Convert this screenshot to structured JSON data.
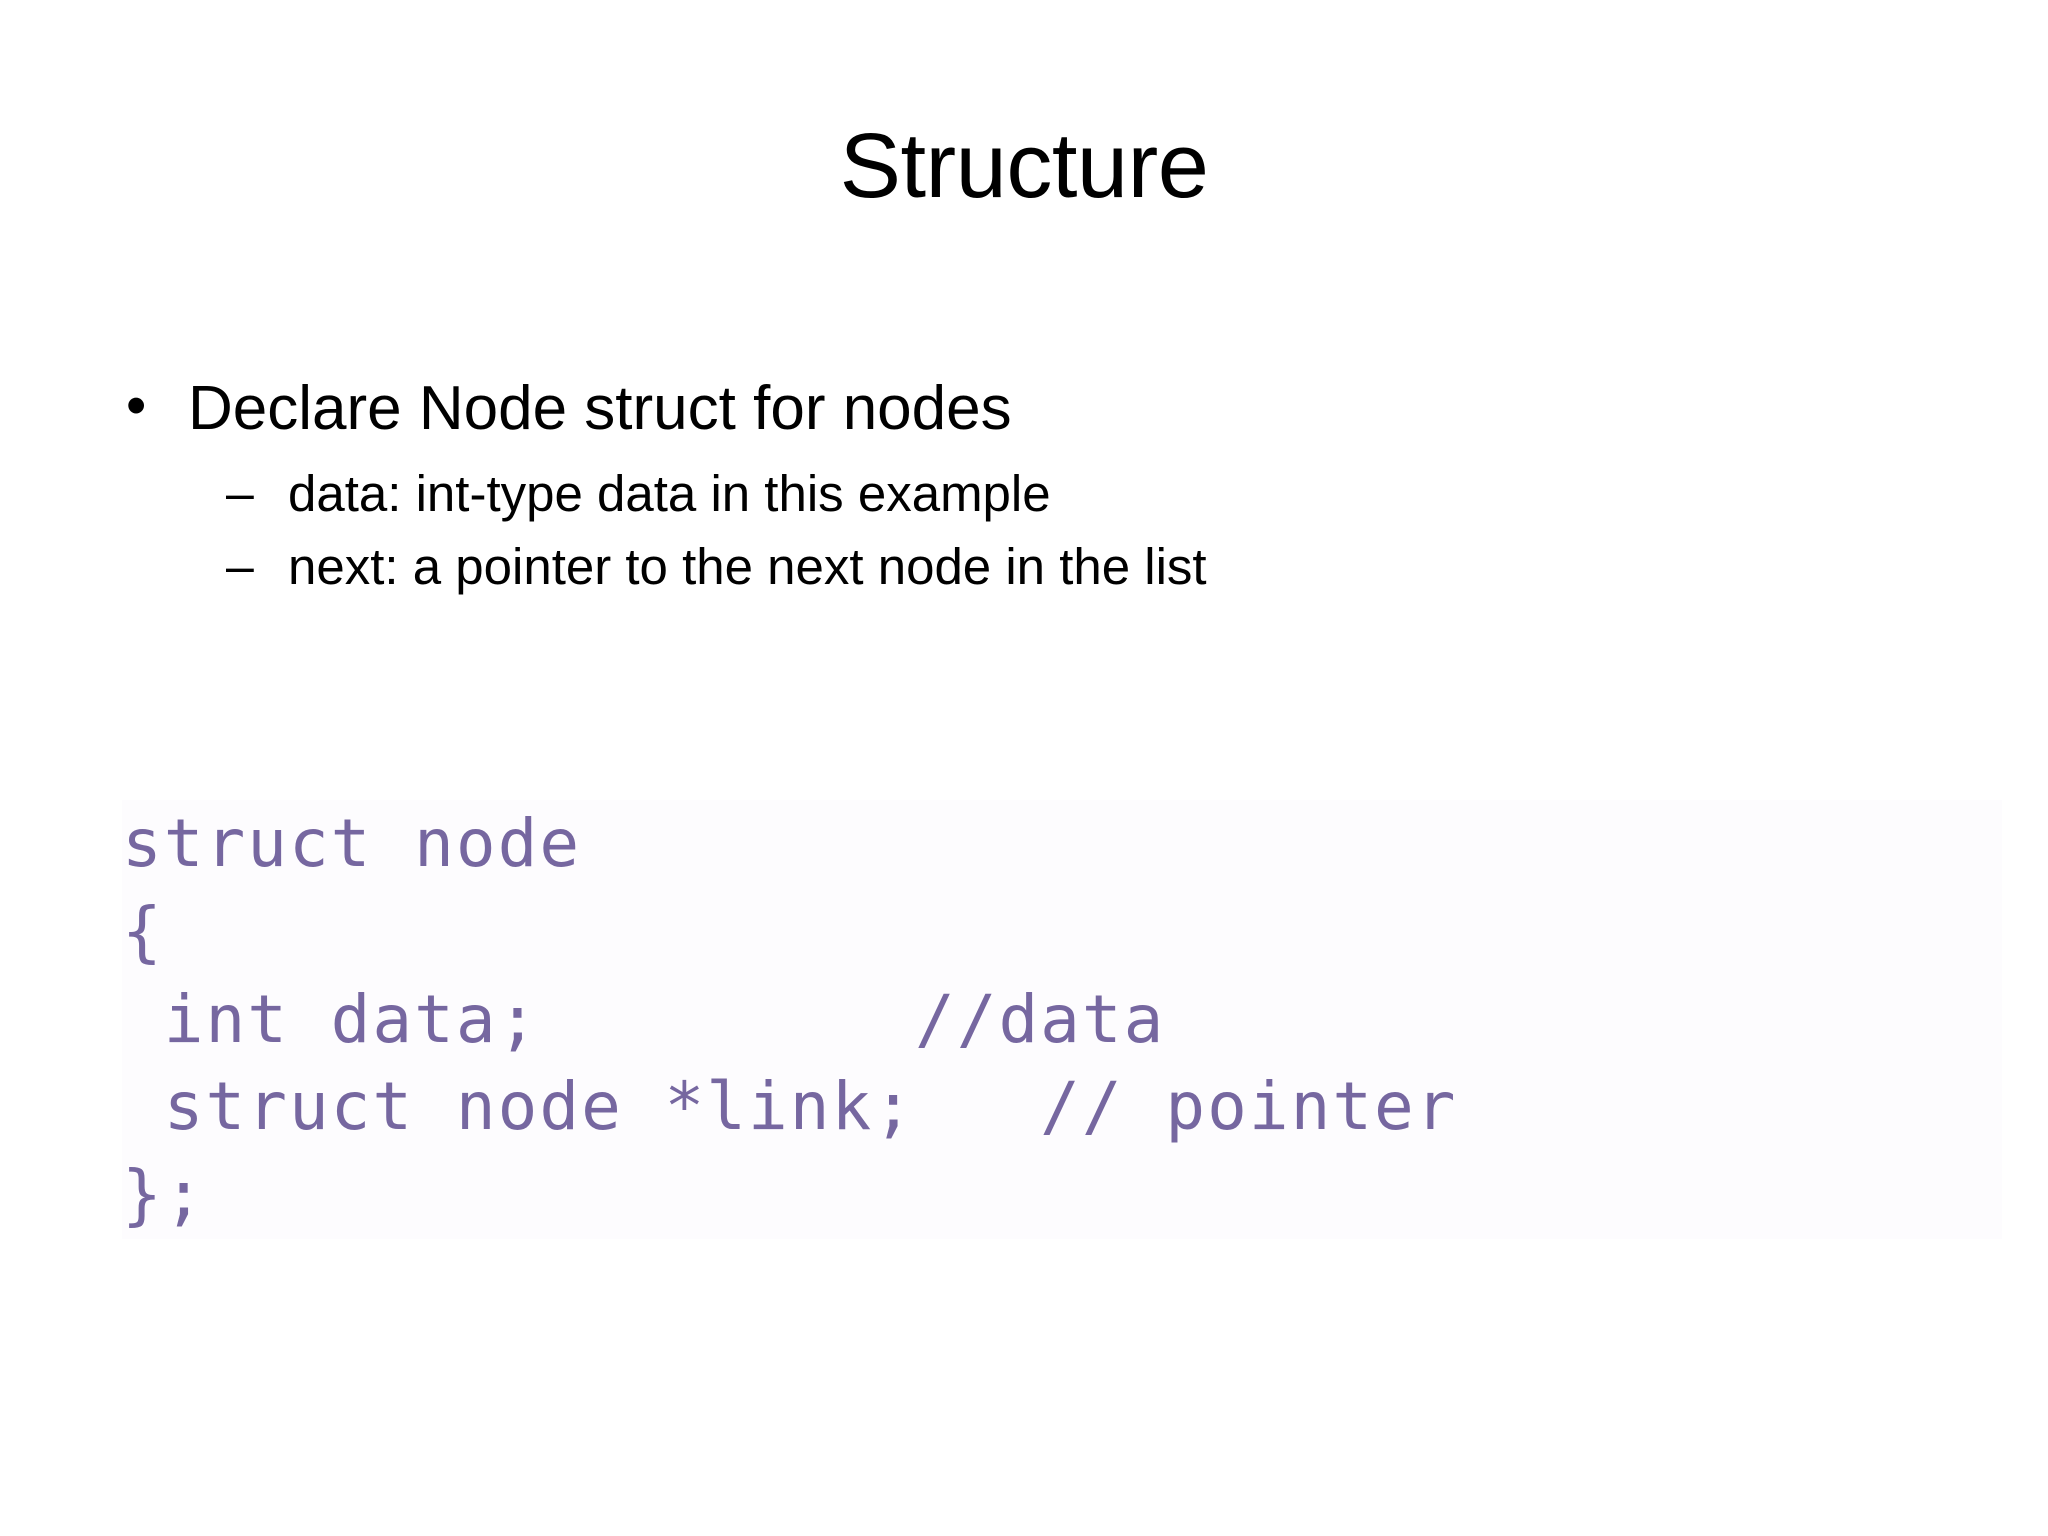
{
  "slide": {
    "title": "Structure",
    "background_color": "#ffffff",
    "text_color": "#000000",
    "code_color": "#7667a0"
  },
  "bullets": {
    "level1_marker": "•",
    "level2_marker": "–",
    "items": [
      {
        "level": 1,
        "text": "Declare Node struct for nodes"
      },
      {
        "level": 2,
        "text": "data: int-type data in this example"
      },
      {
        "level": 2,
        "text": "next: a pointer to the next node in the list"
      }
    ]
  },
  "code": {
    "language": "c",
    "lines": [
      "struct node",
      "{",
      " int data;         //data",
      " struct node *link;   // pointer",
      "};"
    ]
  }
}
